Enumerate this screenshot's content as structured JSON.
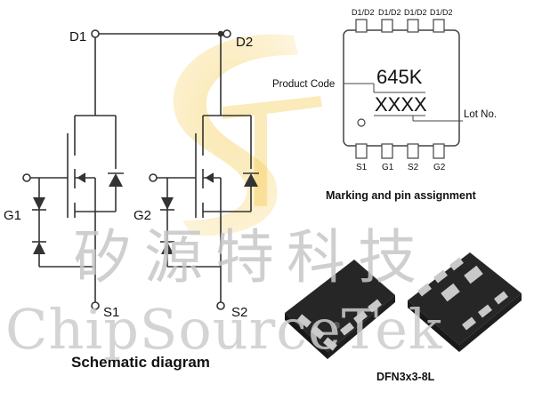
{
  "watermark": {
    "chinese": "矽源特科技",
    "english": "ChipSourceTek"
  },
  "schematic": {
    "title": "Schematic diagram",
    "labels": {
      "d1": "D1",
      "d2": "D2",
      "g1": "G1",
      "g2": "G2",
      "s1": "S1",
      "s2": "S2"
    }
  },
  "marking": {
    "title": "Marking and pin assignment",
    "code": "645K",
    "lot": "XXXX",
    "product_code_label": "Product Code",
    "lot_label": "Lot No.",
    "top_pins": [
      "D1/D2",
      "D1/D2",
      "D1/D2",
      "D1/D2"
    ],
    "bottom_pins": [
      "S1",
      "G1",
      "S2",
      "G2"
    ]
  },
  "package": {
    "label": "DFN3x3-8L"
  },
  "colors": {
    "logo_yellow": "#f3c23a",
    "package_body": "#262626",
    "pad": "#c9c9c9"
  }
}
